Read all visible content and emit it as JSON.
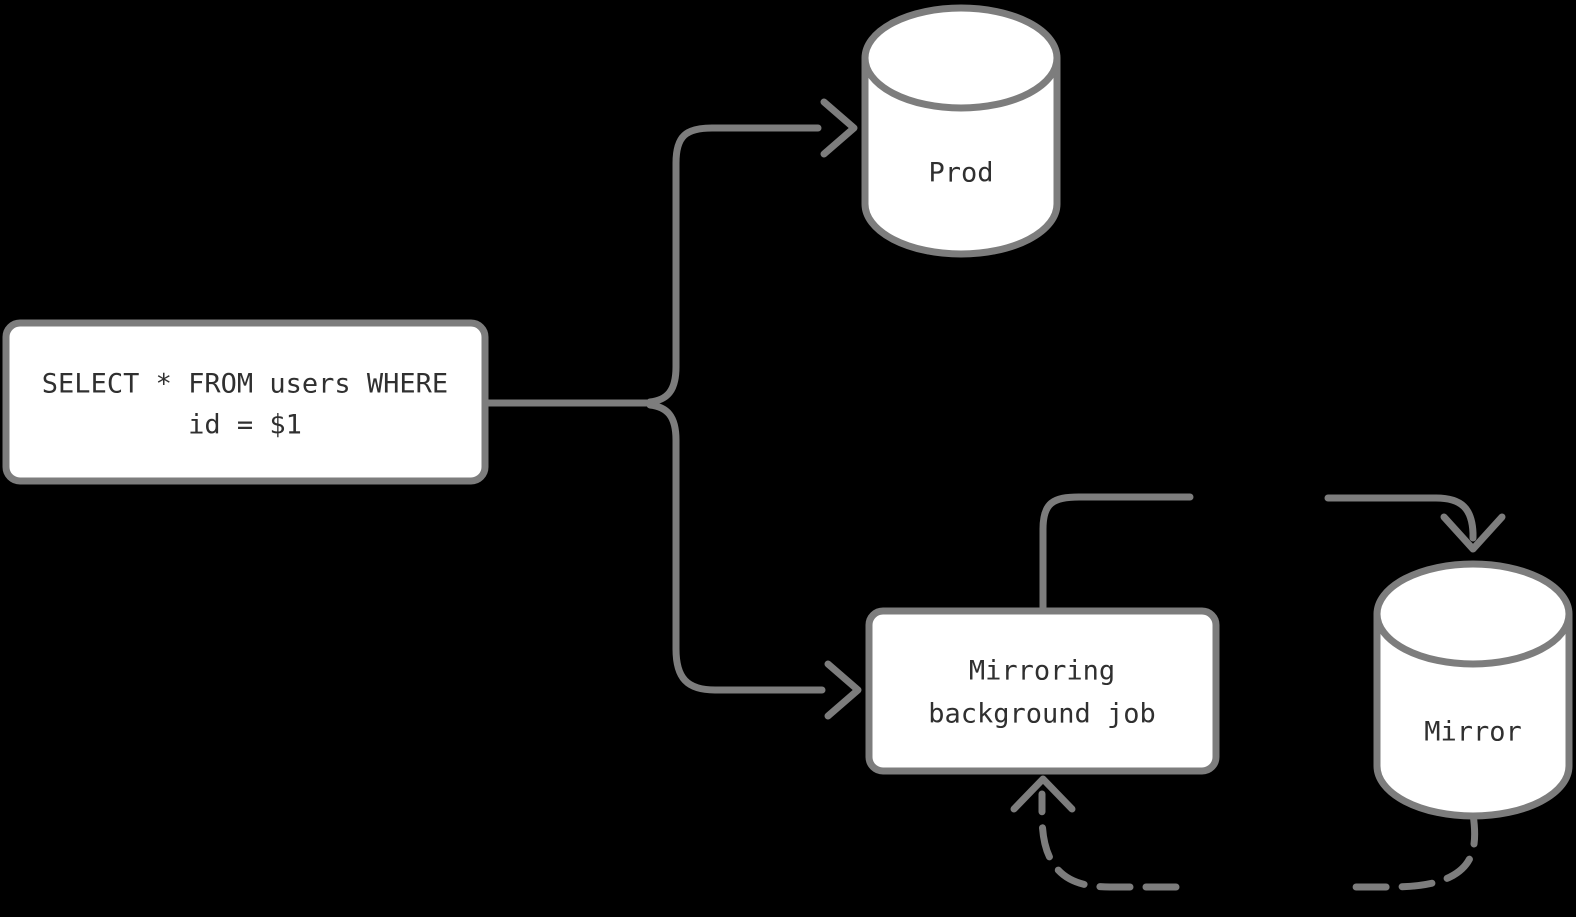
{
  "theme": {
    "background_color": "#000000",
    "stroke_color": "#7d7d7d",
    "node_fill_color": "#ffffff",
    "text_color": "#303030"
  },
  "diagram": {
    "nodes": {
      "query": {
        "shape": "rounded-rectangle",
        "label": "SELECT * FROM users WHERE id = $1",
        "lines": {
          "l1": "SELECT * FROM users WHERE",
          "l2": "id = $1"
        }
      },
      "prod_db": {
        "shape": "database-cylinder",
        "label": "Prod"
      },
      "mirror_job": {
        "shape": "rounded-rectangle",
        "label": "Mirroring background job",
        "lines": {
          "l1": "Mirroring",
          "l2": "background job"
        }
      },
      "mirror_db": {
        "shape": "database-cylinder",
        "label": "Mirror"
      }
    },
    "edges": [
      {
        "from": "query",
        "to": "prod_db",
        "style": "solid-arrow"
      },
      {
        "from": "query",
        "to": "mirror_job",
        "style": "solid-arrow"
      },
      {
        "from": "mirror_job",
        "to": "mirror_db",
        "style": "solid-arrow"
      },
      {
        "from": "mirror_db",
        "to": "mirror_job",
        "style": "dashed-arrow"
      }
    ]
  }
}
